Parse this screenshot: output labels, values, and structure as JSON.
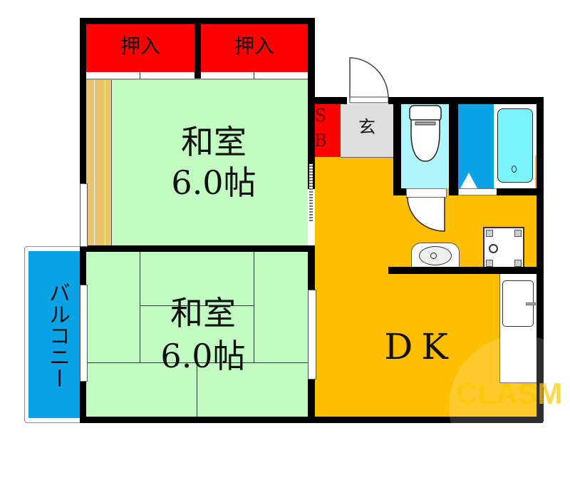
{
  "plan": {
    "rooms": {
      "closet_left": {
        "label": "押入",
        "color": "#ff0000"
      },
      "closet_right": {
        "label": "押入",
        "color": "#ff0000"
      },
      "washitsu_top": {
        "label_line1": "和室",
        "label_line2": "6.0帖",
        "color": "#c3fcc3"
      },
      "washitsu_bottom": {
        "label_line1": "和室",
        "label_line2": "6.0帖",
        "color": "#c3fcc3"
      },
      "balcony": {
        "label": "バルコニー",
        "color": "#0aa3e6"
      },
      "shoe_box": {
        "label_line1": "S",
        "label_line2": "B",
        "color": "#ff0000"
      },
      "entrance": {
        "label": "玄",
        "color": "#dddddd"
      },
      "toilet": {
        "color": "#aef6fb"
      },
      "bathroom": {
        "color": "#0aa3e6"
      },
      "dk": {
        "label": "DK",
        "color": "#ffbf00"
      },
      "tokonoma": {
        "color": "#e8c46b"
      }
    },
    "watermark": "CLASM"
  }
}
